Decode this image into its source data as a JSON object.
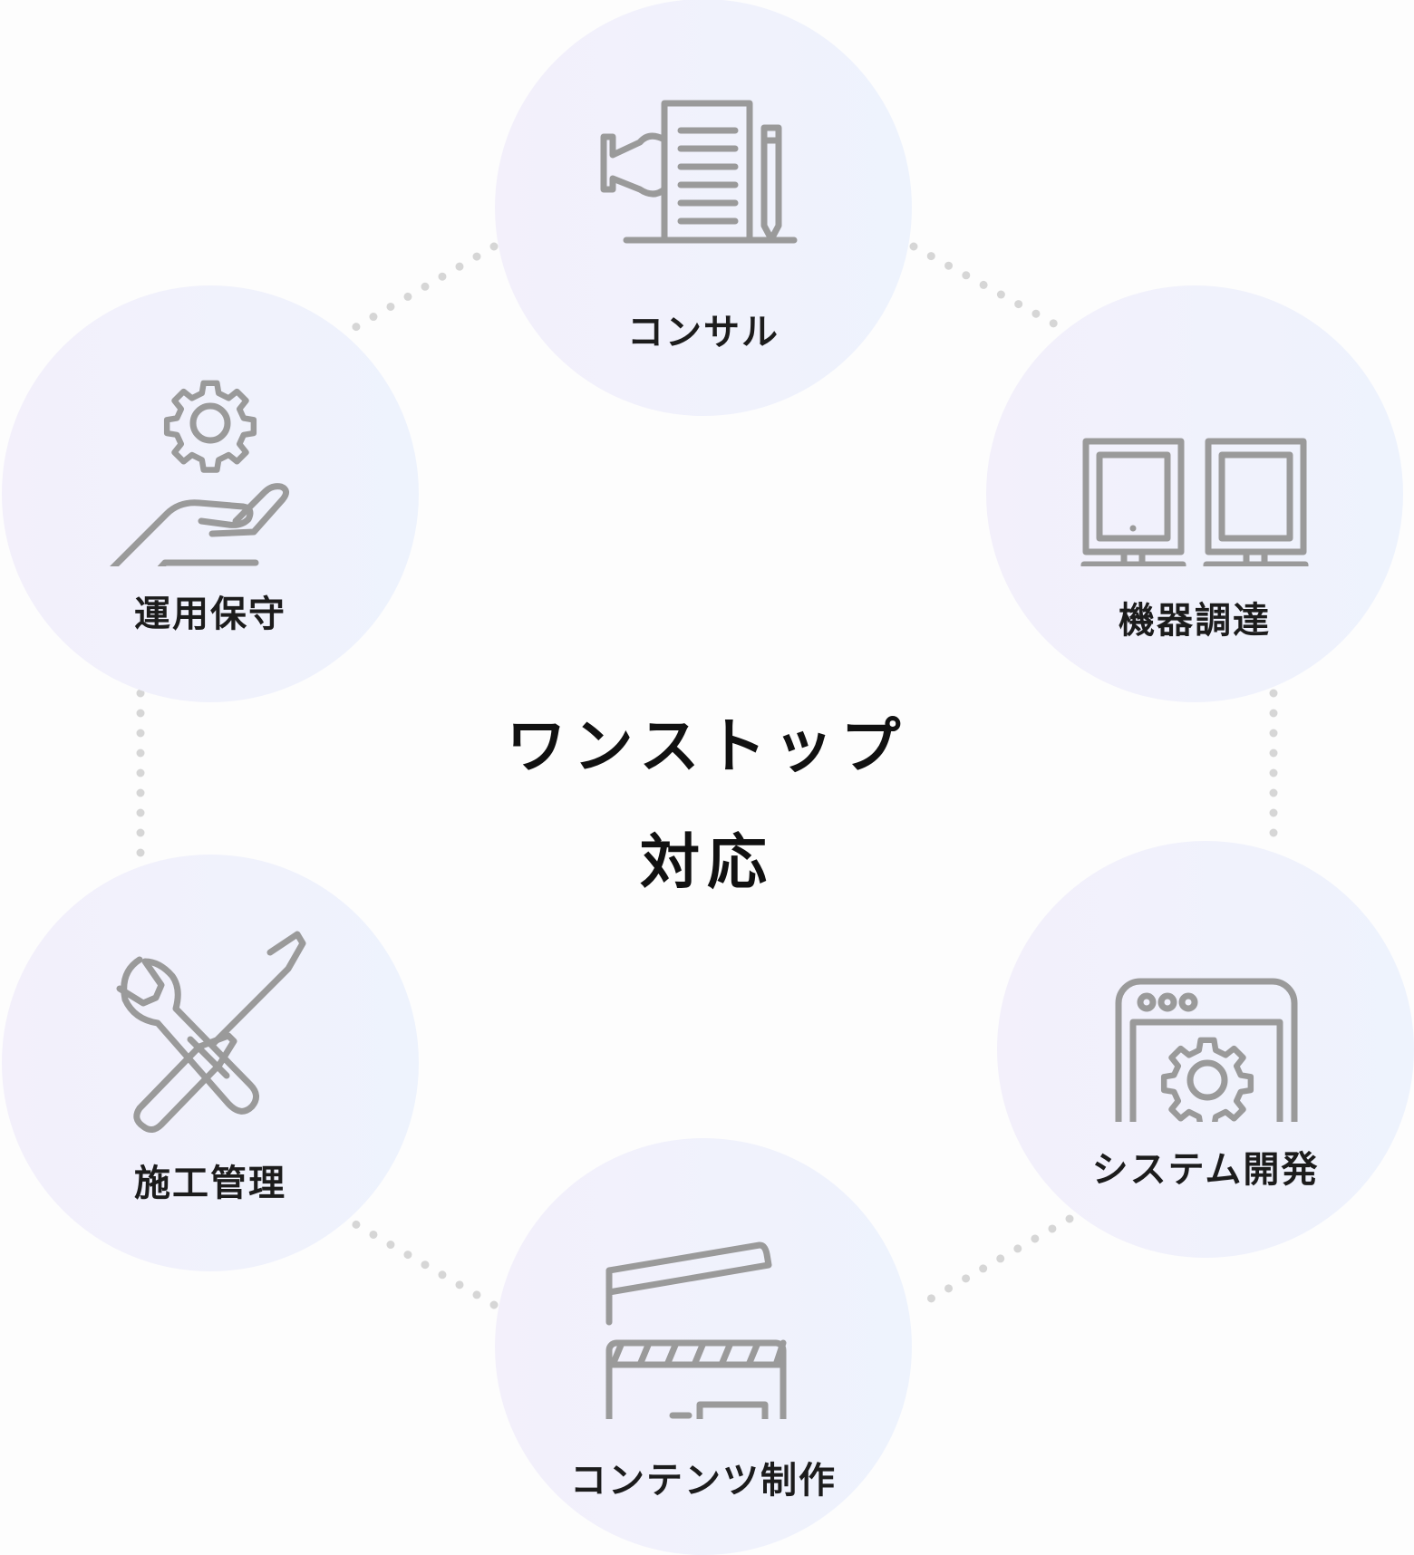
{
  "center": {
    "line1": "ワンストップ",
    "line2": "対応"
  },
  "nodes": [
    {
      "id": "consul",
      "label": "コンサル",
      "icon": "document-hand-pen-icon"
    },
    {
      "id": "kiki",
      "label": "機器調達",
      "icon": "two-monitors-icon"
    },
    {
      "id": "system",
      "label": "システム開発",
      "icon": "browser-gear-icon"
    },
    {
      "id": "content",
      "label": "コンテンツ制作",
      "icon": "clapperboard-icon"
    },
    {
      "id": "shiko",
      "label": "施工管理",
      "icon": "wrench-screwdriver-icon"
    },
    {
      "id": "unyo",
      "label": "運用保守",
      "icon": "hand-gear-icon"
    }
  ],
  "colors": {
    "circle_left": "#f3f0fb",
    "circle_right": "#eef3fd",
    "icon_stroke": "#9a9a9a",
    "dots": "#d6d6d6",
    "text": "#1c1c1c"
  }
}
